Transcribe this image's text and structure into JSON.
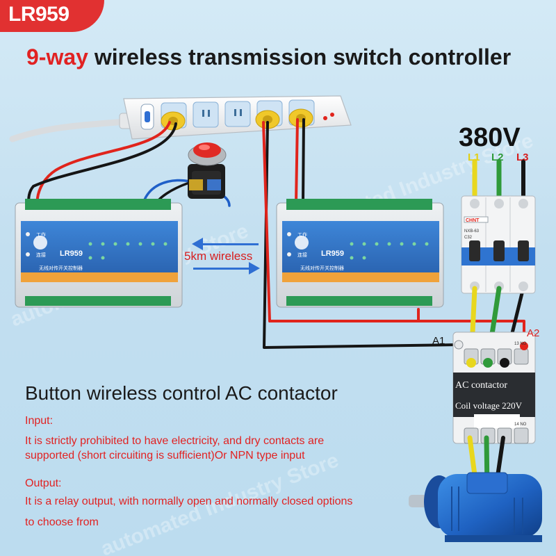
{
  "badge": {
    "text": "LR959"
  },
  "headline": {
    "highlight": "9-way",
    "rest": " wireless transmission switch controller"
  },
  "wireless_label": "5km wireless",
  "voltage_label": "380V",
  "phase_labels": [
    "L1",
    "L2",
    "L3"
  ],
  "terminal_labels": {
    "a1": "A1",
    "a2": "A2"
  },
  "controller": {
    "brand": "LR959",
    "sub": "无线对传开关控制器",
    "leds": [
      "工作",
      "连接"
    ]
  },
  "breaker": {
    "brand": "CHNT",
    "model": "NXB-63",
    "rating": "C32"
  },
  "contactor": {
    "type_label": "AC contactor",
    "coil_label": "Coil voltage 220V",
    "top_no": "13 NO",
    "bottom_no": "14 NO"
  },
  "section_title": "Button wireless control AC contactor",
  "input": {
    "heading": "Input:",
    "line1": "It is strictly prohibited to have electricity, and dry contacts are",
    "line2": "supported (short circuiting is sufficient)Or NPN type input"
  },
  "output": {
    "heading": "Output:",
    "line1": "It is a relay output, with normally open and normally closed options",
    "line2": "to choose from"
  },
  "watermark": "automated Industry Store",
  "colors": {
    "badge_red": "#e13131",
    "title_red": "#e12222",
    "text_dark": "#1a1a1a",
    "wire_red": "#e0241c",
    "wire_black": "#151515",
    "wire_yellow": "#e8d71e",
    "wire_green": "#2f9a3a",
    "wire_blue": "#1f5fc8",
    "module_blue": "#3b7fd0",
    "terminal_green": "#2c9a55",
    "terminal_orange": "#f0a23a"
  }
}
